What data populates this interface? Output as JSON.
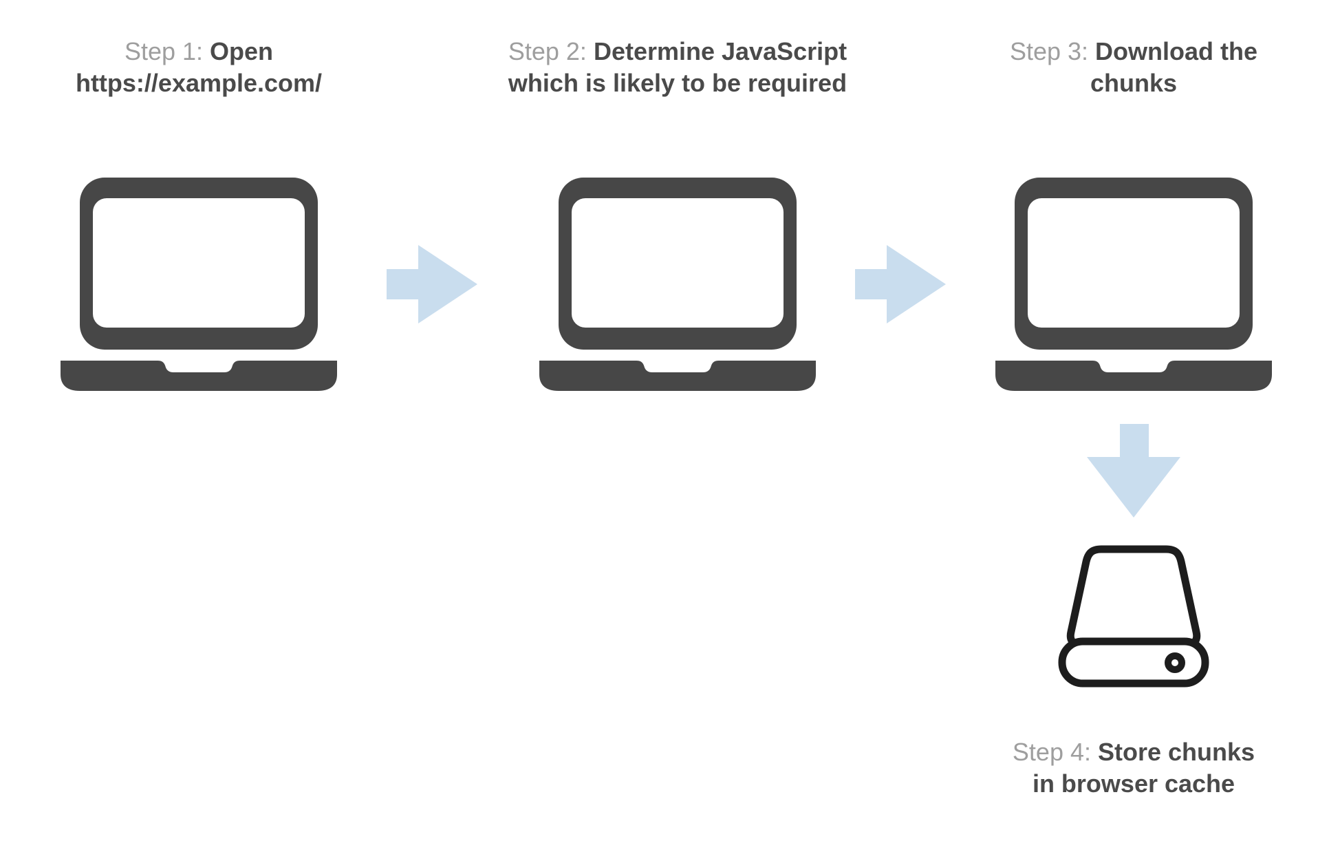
{
  "diagram": {
    "description": "Four-step flow of loading JavaScript chunks and caching them in the browser",
    "background": "#ffffff"
  },
  "colors": {
    "icon_dark": "#474747",
    "screen_white": "#ffffff",
    "arrow_blue": "#c9ddee",
    "prefix_gray": "#9e9e9e",
    "bold_dark": "#4a4a4a",
    "drive_outline": "#1d1d1d"
  },
  "steps": [
    {
      "prefix": "Step 1:",
      "bold_line1": "Open",
      "bold_line2": "https://example.com/",
      "icon": "laptop-icon"
    },
    {
      "prefix": "Step 2:",
      "bold_line1": "Determine JavaScript",
      "bold_line2": "which is likely to be required",
      "icon": "laptop-icon"
    },
    {
      "prefix": "Step 3:",
      "bold_line1": "Download the",
      "bold_line2": "chunks",
      "icon": "laptop-icon"
    },
    {
      "prefix": "Step 4:",
      "bold_line1": "Store chunks",
      "bold_line2": "in browser cache",
      "icon": "hard-drive-icon"
    }
  ],
  "arrows": [
    {
      "direction": "right",
      "from": "step-1",
      "to": "step-2"
    },
    {
      "direction": "right",
      "from": "step-2",
      "to": "step-3"
    },
    {
      "direction": "down",
      "from": "step-3",
      "to": "step-4"
    }
  ]
}
